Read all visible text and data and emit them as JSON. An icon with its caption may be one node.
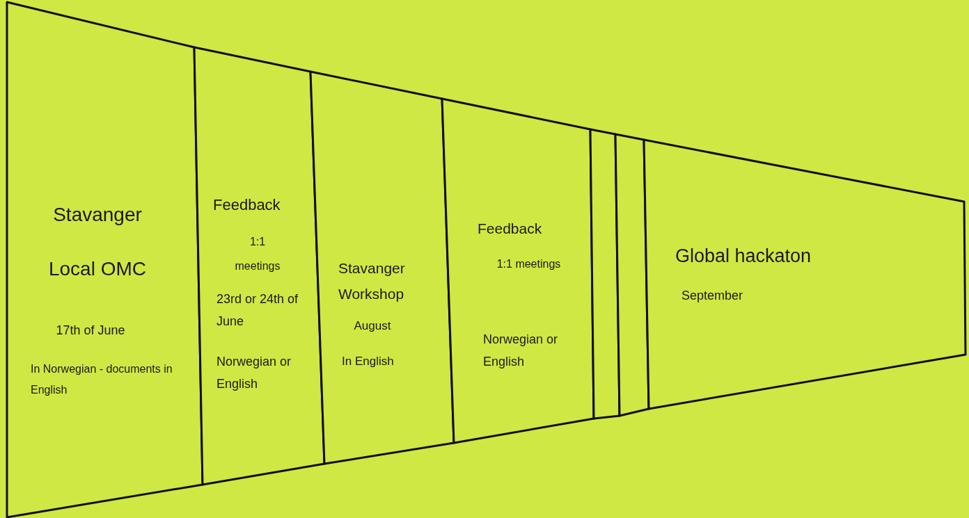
{
  "diagram": {
    "nodes": [
      {
        "text": [
          "Stavanger Local OMC",
          "17th of June",
          "In Norwegian - documents in English"
        ]
      },
      {
        "text": [
          "Feedback",
          "1:1 meetings",
          "23rd or 24th of June",
          "Norwegian or English"
        ]
      },
      {
        "text": [
          "Stavanger Workshop",
          "August",
          "In English"
        ]
      },
      {
        "text": [
          "Feedback",
          "1:1 meetings",
          "Norwegian or English"
        ]
      },
      {
        "text": [],
        "shape": "box"
      },
      {
        "text": [],
        "shape": "box"
      },
      {
        "text": [
          "Global hackaton",
          "September"
        ]
      }
    ]
  }
}
